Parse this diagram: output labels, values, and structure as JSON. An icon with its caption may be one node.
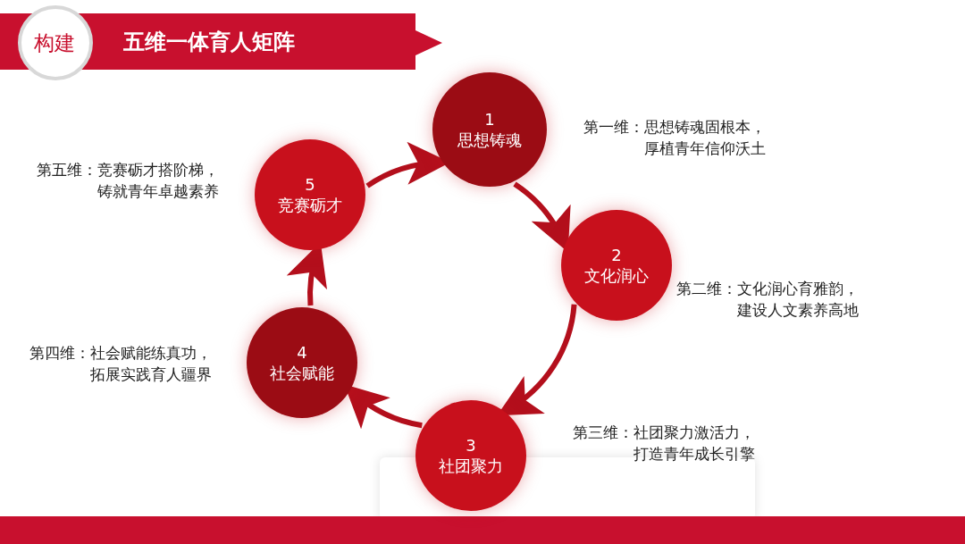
{
  "diagram": {
    "title": "五维一体育人矩阵",
    "nodes": [
      {
        "text": [
          "1",
          "思想铸魂"
        ],
        "beside": [
          "第一维：思想铸魂固根本，厚植青年信仰沃土"
        ]
      },
      {
        "text": [
          "2",
          "文化润心"
        ],
        "beside": [
          "第二维：文化润心育雅韵，建设人文素养高地"
        ]
      },
      {
        "text": [
          "3",
          "社团聚力"
        ],
        "beside": [
          "第三维：社团聚力激活力，打造青年成长引擎"
        ]
      },
      {
        "text": [
          "4",
          "社会赋能"
        ],
        "beside": [
          "第四维：社会赋能练真功，拓展实践育人疆界"
        ]
      },
      {
        "text": [
          "5",
          "竞赛砺才"
        ],
        "beside": [
          "第五维：竞赛砺才搭阶梯，铸就青年卓越素养"
        ]
      }
    ],
    "edges": [
      {
        "from": 0,
        "to": 1,
        "arrow": "to"
      },
      {
        "from": 1,
        "to": 2,
        "arrow": "to"
      },
      {
        "from": 2,
        "to": 3,
        "arrow": "to"
      },
      {
        "from": 3,
        "to": 4,
        "arrow": "to"
      },
      {
        "from": 4,
        "to": 0,
        "arrow": "to"
      }
    ],
    "labels": [
      "构建"
    ]
  }
}
